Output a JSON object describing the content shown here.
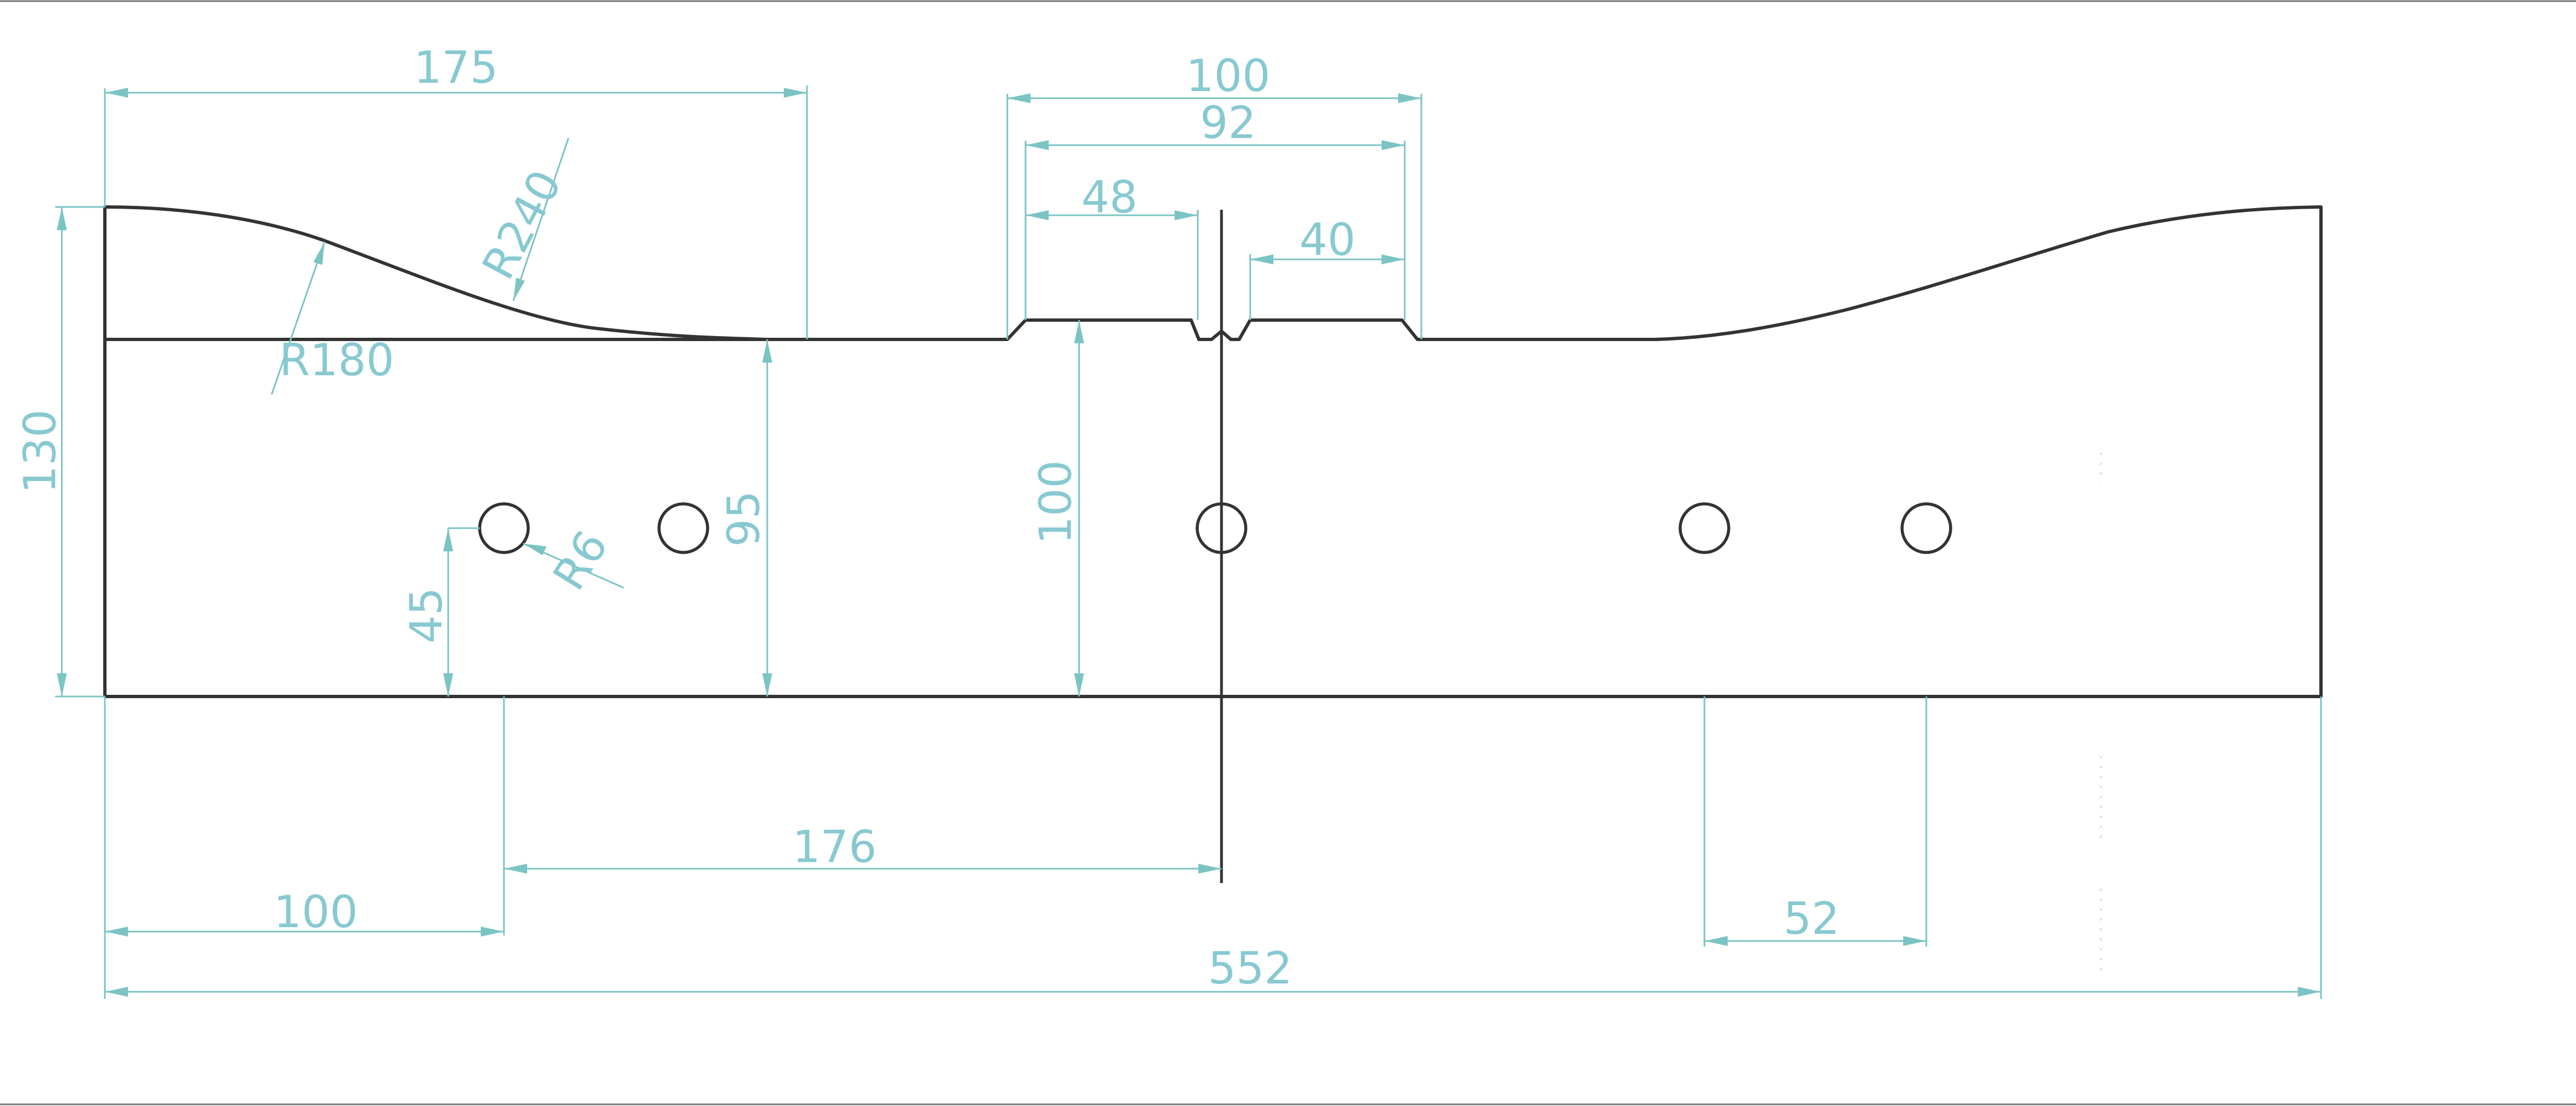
{
  "drawing": {
    "units": "mm",
    "overall_length": "552",
    "overall_height": "130",
    "body_height": "95",
    "notch_height": "100",
    "left_curve_span": "175",
    "left_curve_radius_lower": "R180",
    "left_curve_radius_upper": "R240",
    "notch_outer_width": "100",
    "notch_inner_width": "92",
    "notch_left_step": "48",
    "notch_right_step": "40",
    "first_hole_from_left": "100",
    "first_hole_height": "45",
    "hole_radius": "R6",
    "hole_to_centerline": "176",
    "right_hole_spacing": "52"
  },
  "colors": {
    "outline": "#333333",
    "dimension": "#7cc4c4",
    "dimension_text": "#88c9d1",
    "frame": "#777777"
  }
}
